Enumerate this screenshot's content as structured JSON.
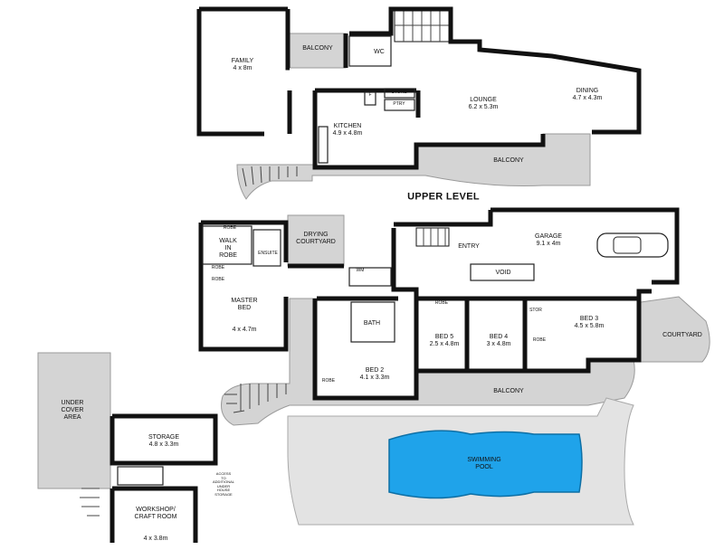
{
  "levels": {
    "upper": "UPPER LEVEL"
  },
  "rooms": {
    "family": {
      "name": "FAMILY",
      "size": "4 x 8m"
    },
    "balcony_top": {
      "name": "BALCONY"
    },
    "wc": {
      "name": "WC"
    },
    "f": {
      "name": "F"
    },
    "store": {
      "name": "STORE"
    },
    "ptry": {
      "name": "PTRY"
    },
    "lounge": {
      "name": "LOUNGE",
      "size": "6.2 x 5.3m"
    },
    "dining": {
      "name": "DINING",
      "size": "4.7 x 4.3m"
    },
    "kitchen": {
      "name": "KITCHEN",
      "size": "4.9 x 4.8m"
    },
    "balcony_upper": {
      "name": "BALCONY"
    },
    "robe_tl": {
      "name": "ROBE"
    },
    "walk_in_robe": {
      "name": "WALK\nIN\nROBE"
    },
    "ensuite": {
      "name": "ENSUITE"
    },
    "drying": {
      "name": "DRYING\nCOURTYARD"
    },
    "robe_l1": {
      "name": "ROBE"
    },
    "robe_l2": {
      "name": "ROBE"
    },
    "wm": {
      "name": "WM"
    },
    "entry": {
      "name": "ENTRY"
    },
    "garage": {
      "name": "GARAGE",
      "size": "9.1 x 4m"
    },
    "void": {
      "name": "VOID"
    },
    "master": {
      "name": "MASTER\nBED",
      "size": "4 x 4.7m"
    },
    "bath": {
      "name": "BATH"
    },
    "robe_b5": {
      "name": "ROBE"
    },
    "stor_small": {
      "name": "STOR"
    },
    "robe_b3": {
      "name": "ROBE"
    },
    "bed5": {
      "name": "BED 5",
      "size": "2.5 x 4.8m"
    },
    "bed4": {
      "name": "BED 4",
      "size": "3 x 4.8m"
    },
    "bed3": {
      "name": "BED 3",
      "size": "4.5 x 5.8m"
    },
    "courtyard": {
      "name": "COURTYARD"
    },
    "robe_b2": {
      "name": "ROBE"
    },
    "bed2": {
      "name": "BED 2",
      "size": "4.1 x 3.3m"
    },
    "balcony_lower": {
      "name": "BALCONY"
    },
    "under_cover": {
      "name": "UNDER\nCOVER\nAREA"
    },
    "storage": {
      "name": "STORAGE",
      "size": "4.8 x 3.3m"
    },
    "access_note": {
      "name": "ACCESS\nTO\nADDITIONAL\nUNDER\nHOUSE\nSTORAGE"
    },
    "workshop": {
      "name": "WORKSHOP/\nCRAFT ROOM",
      "size": "4 x 3.8m"
    },
    "pool": {
      "name": "SWIMMING\nPOOL"
    }
  },
  "colors": {
    "wall": "#111111",
    "outdoor": "#d4d4d4",
    "pool": "#1fa3ea"
  }
}
